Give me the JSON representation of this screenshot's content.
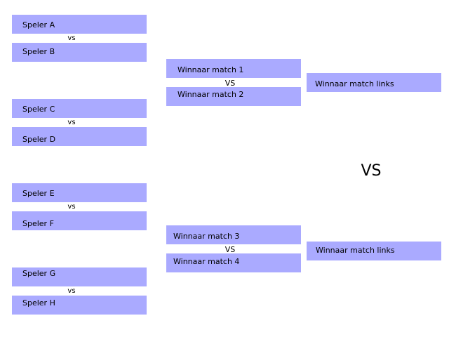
{
  "round1": {
    "match1": {
      "player_a": "Speler A",
      "vs": "vs",
      "player_b": "Speler B"
    },
    "match2": {
      "player_a": "Speler C",
      "vs": "vs",
      "player_b": "Speler D"
    },
    "match3": {
      "player_a": "Speler E",
      "vs": "vs",
      "player_b": "Speler F"
    },
    "match4": {
      "player_a": "Speler G",
      "vs": "vs",
      "player_b": "Speler H"
    }
  },
  "round2": {
    "top": {
      "winner_a": "Winnaar match 1",
      "vs": "VS",
      "winner_b": "Winnaar match 2"
    },
    "bottom": {
      "winner_a": "Winnaar match 3",
      "vs": "VS",
      "winner_b": "Winnaar match 4"
    }
  },
  "final": {
    "top_label": "Winnaar match links",
    "vs": "VS",
    "bottom_label": "Winnaar match links"
  },
  "colors": {
    "slot_fill": "#aaaaff",
    "background": "#ffffff",
    "text": "#000000"
  }
}
